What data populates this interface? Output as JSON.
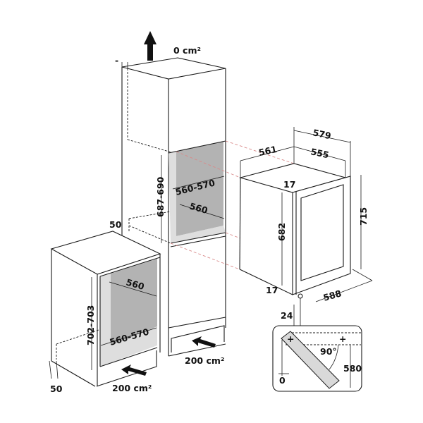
{
  "labels": {
    "top_vent": "0 cm²",
    "tall_minus": "-",
    "tall_50": "50",
    "tall_niche_height": "687-690",
    "tall_niche_width": "560-570",
    "tall_niche_depth": "560",
    "low_niche_height": "702-703",
    "low_niche_depth": "560",
    "low_niche_width": "560-570",
    "low_50": "50",
    "low_vent": "200 cm²",
    "tall_vent": "200 cm²",
    "app_579": "579",
    "app_561": "561",
    "app_555": "555",
    "app_17_top": "17",
    "app_682": "682",
    "app_715": "715",
    "app_17_bottom": "17",
    "app_588": "588",
    "app_24": "24",
    "door_angle": "90°",
    "door_580": "580",
    "door_0": "0"
  },
  "colors": {
    "line": "#1a1a1a",
    "niche": "#b3b3b3",
    "floor": "#dedede",
    "guide": "#d98a8a"
  }
}
